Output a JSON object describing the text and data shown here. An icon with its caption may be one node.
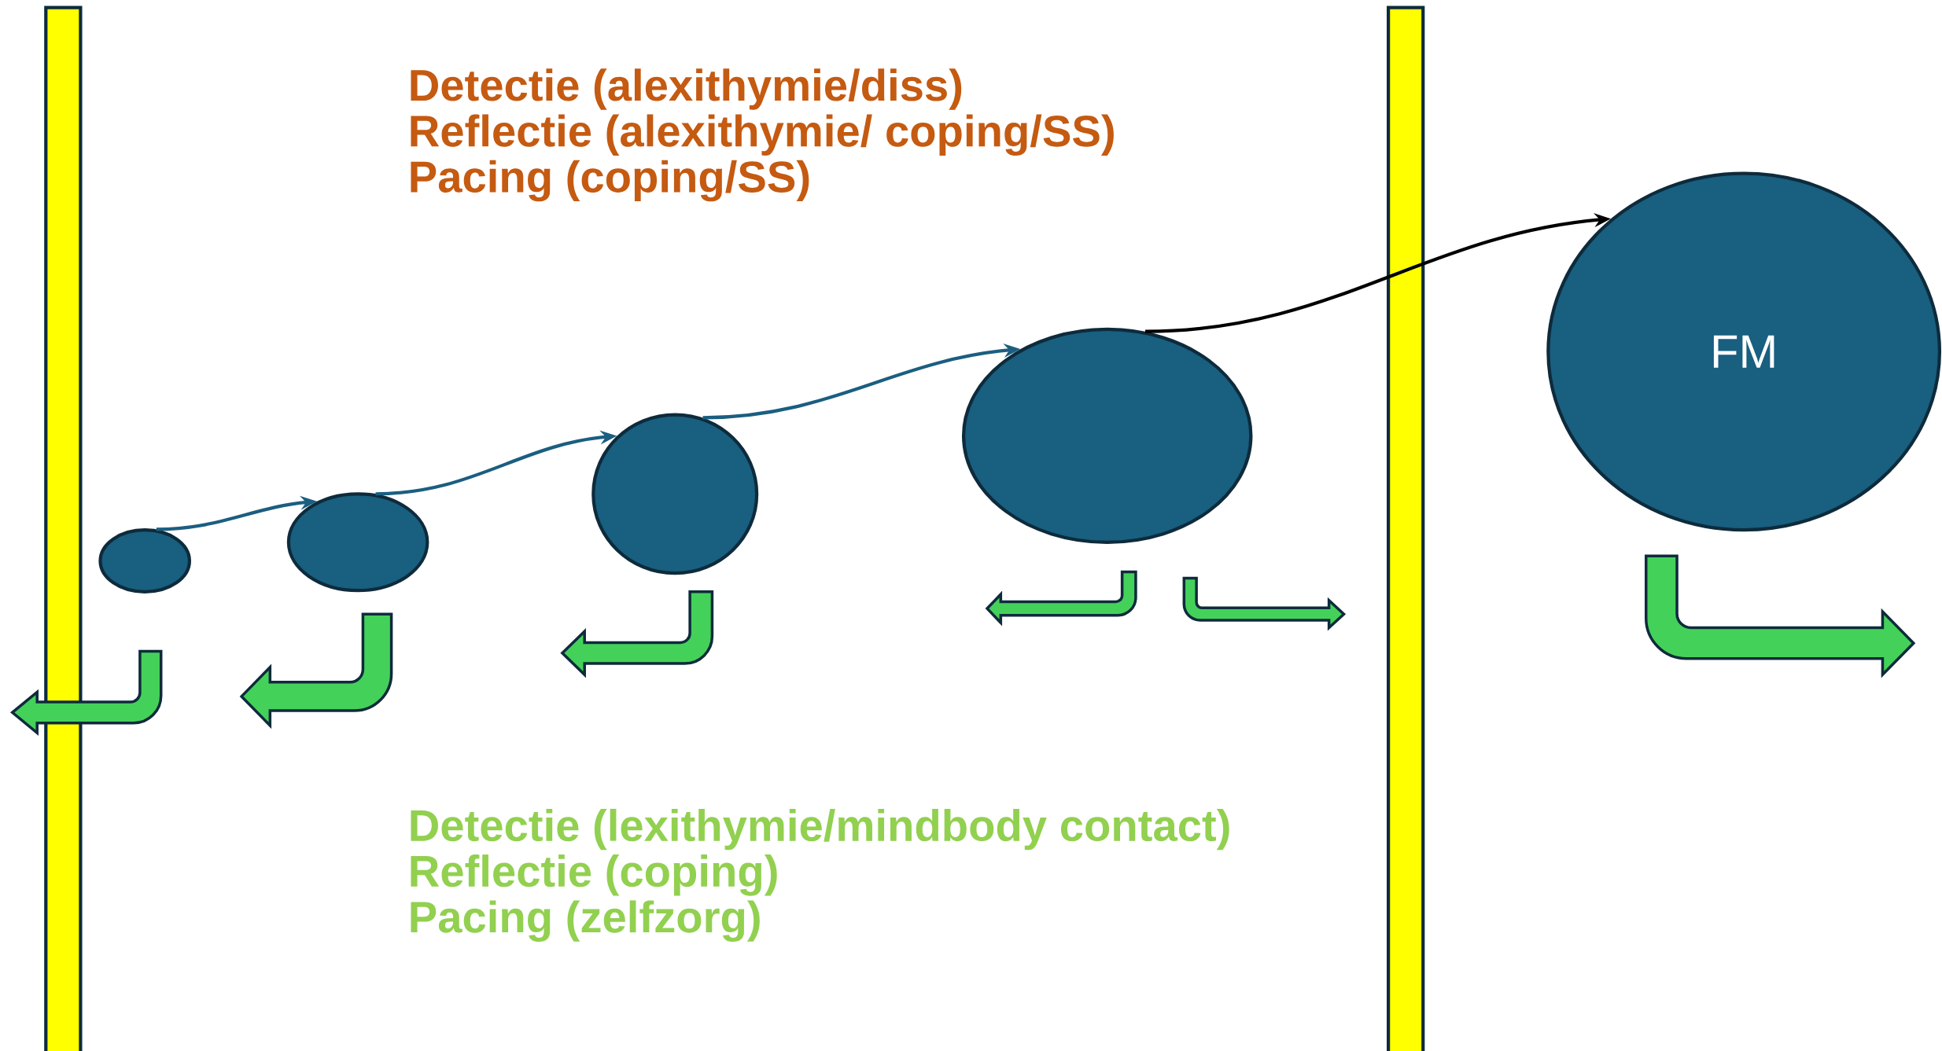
{
  "diagram": {
    "nodes": [
      {
        "text": [],
        "shape": "ellipse"
      },
      {
        "text": [],
        "shape": "ellipse"
      },
      {
        "text": [],
        "shape": "ellipse"
      },
      {
        "text": [],
        "shape": "ellipse"
      },
      {
        "text": [
          "FM"
        ]
      }
    ],
    "edges": [
      {
        "from": 0,
        "to": 1,
        "arrow": "to"
      },
      {
        "from": 1,
        "to": 2,
        "arrow": "to"
      },
      {
        "from": 2,
        "to": 3,
        "arrow": "to"
      },
      {
        "from": 3,
        "to": 4,
        "arrow": "to",
        "color": "#000000"
      }
    ],
    "labels": [
      "Detectie (alexithymie/diss)",
      "Reflectie (alexithymie/ coping/SS)",
      "Pacing (coping/SS)",
      "Detectie (lexithymie/mindbody contact)",
      "Reflectie (coping)",
      "Pacing (zelfzorg)"
    ]
  }
}
